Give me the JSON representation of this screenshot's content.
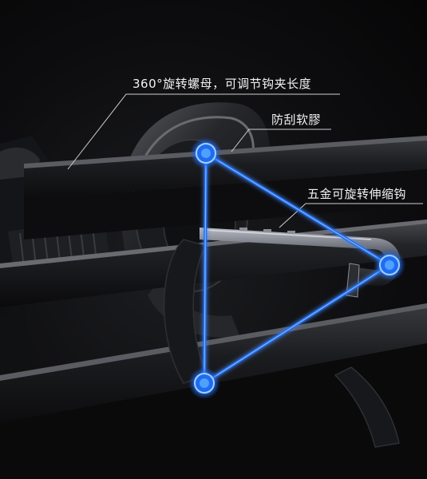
{
  "callouts": {
    "nut": "360°旋转螺母，可调节钩夹长度",
    "rubber": "防刮软膠",
    "hook": "五金可旋转伸缩钩"
  },
  "colors": {
    "accent_blue": "#1e6cf0",
    "glow_blue": "#4fa0ff",
    "background": "#0b0b0c",
    "text": "#f2f2f2"
  }
}
